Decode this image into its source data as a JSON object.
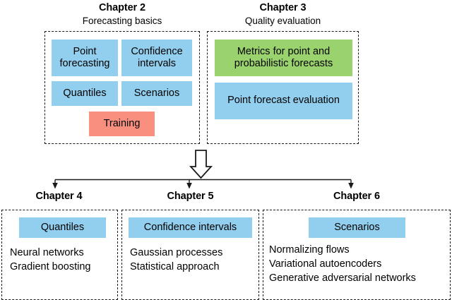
{
  "diagram": {
    "title_semantic": "book-chapter-overview",
    "colors": {
      "blue": "#92cfee",
      "green": "#9ad26e",
      "salmon": "#f9907f",
      "line": "#1a1a1a",
      "background": "#ffffff"
    }
  },
  "top_row": [
    {
      "id": "chapter-2",
      "title": "Chapter 2",
      "subtitle": "Forecasting basics",
      "cards": [
        {
          "label": "Point forecasting",
          "color": "blue"
        },
        {
          "label": "Confidence intervals",
          "color": "blue"
        },
        {
          "label": "Quantiles",
          "color": "blue"
        },
        {
          "label": "Scenarios",
          "color": "blue"
        },
        {
          "label": "Training",
          "color": "salmon"
        }
      ]
    },
    {
      "id": "chapter-3",
      "title": "Chapter 3",
      "subtitle": "Quality evaluation",
      "cards": [
        {
          "label": "Metrics for point and probabilistic forecasts",
          "color": "green"
        },
        {
          "label": "Point forecast evaluation",
          "color": "blue"
        }
      ]
    }
  ],
  "connector": {
    "block_arrow": "down-block-arrow",
    "branch_arrows": 3
  },
  "bottom_row": [
    {
      "id": "chapter-4",
      "title": "Chapter 4",
      "card": {
        "label": "Quantiles",
        "color": "blue"
      },
      "items": [
        "Neural networks",
        "Gradient boosting"
      ]
    },
    {
      "id": "chapter-5",
      "title": "Chapter 5",
      "card": {
        "label": "Confidence intervals",
        "color": "blue"
      },
      "items": [
        "Gaussian processes",
        "Statistical approach"
      ]
    },
    {
      "id": "chapter-6",
      "title": "Chapter 6",
      "card": {
        "label": "Scenarios",
        "color": "blue"
      },
      "items": [
        "Normalizing flows",
        "Variational autoencoders",
        "Generative adversarial networks"
      ]
    }
  ]
}
